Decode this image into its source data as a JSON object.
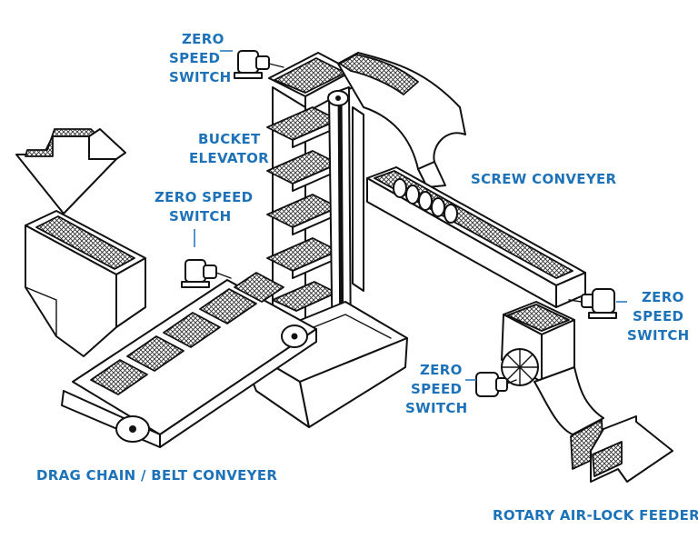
{
  "labels": {
    "zero_speed_switch_top": [
      "ZERO",
      "SPEED",
      "SWITCH"
    ],
    "bucket_elevator": [
      "BUCKET",
      "ELEVATOR"
    ],
    "zero_speed_switch_left": [
      "ZERO SPEED",
      "SWITCH"
    ],
    "screw_conveyer": "SCREW CONVEYER",
    "zero_speed_switch_right": [
      "ZERO",
      "SPEED",
      "SWITCH"
    ],
    "zero_speed_switch_feeder": [
      "ZERO",
      "SPEED",
      "SWITCH"
    ],
    "drag_chain_belt_conveyer": "DRAG CHAIN / BELT CONVEYER",
    "rotary_air_lock_feeder": "ROTARY AIR-LOCK FEEDER"
  },
  "colors": {
    "label_blue": "#1d72b8",
    "outline": "#111111",
    "background": "#ffffff"
  }
}
